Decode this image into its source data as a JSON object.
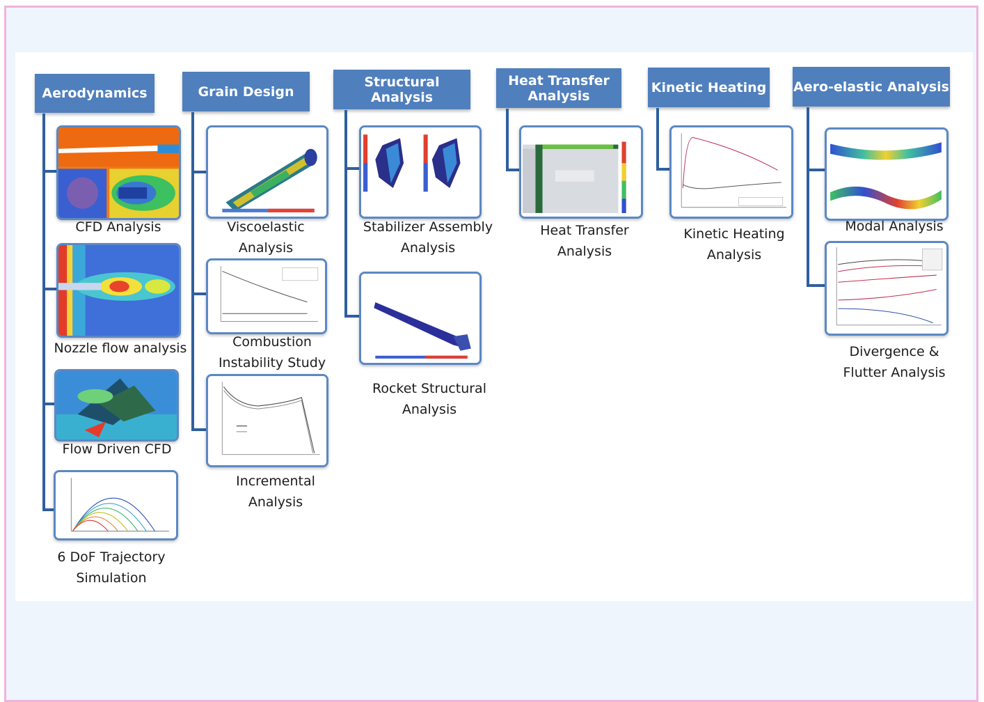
{
  "categories": [
    {
      "label": "Aerodynamics"
    },
    {
      "label": "Grain Design"
    },
    {
      "label": "Structural Analysis"
    },
    {
      "label": "Heat Transfer\nAnalysis"
    },
    {
      "label": "Kinetic Heating"
    },
    {
      "label": "Aero-elastic Analysis"
    }
  ],
  "items": {
    "cfd": "CFD Analysis",
    "nozzle": "Nozzle flow analysis",
    "flow_cfd": "Flow Driven CFD",
    "trajectory": "6 DoF Trajectory\nSimulation",
    "viscoelastic": "Viscoelastic\nAnalysis",
    "combustion": "Combustion\nInstability Study",
    "incremental": "Incremental\nAnalysis",
    "stabilizer": "Stabilizer Assembly\nAnalysis",
    "rocket": "Rocket Structural\nAnalysis",
    "heat": "Heat Transfer\nAnalysis",
    "kinetic": "Kinetic Heating\nAnalysis",
    "modal": "Modal Analysis",
    "flutter": "Divergence &\nFlutter Analysis"
  },
  "colors": {
    "header_bg": "#4f7fbd",
    "connector": "#2f5f9e",
    "thumb_border": "#5b88c4",
    "frame_border": "#f0b3dc",
    "frame_bg": "#eef5fc"
  }
}
